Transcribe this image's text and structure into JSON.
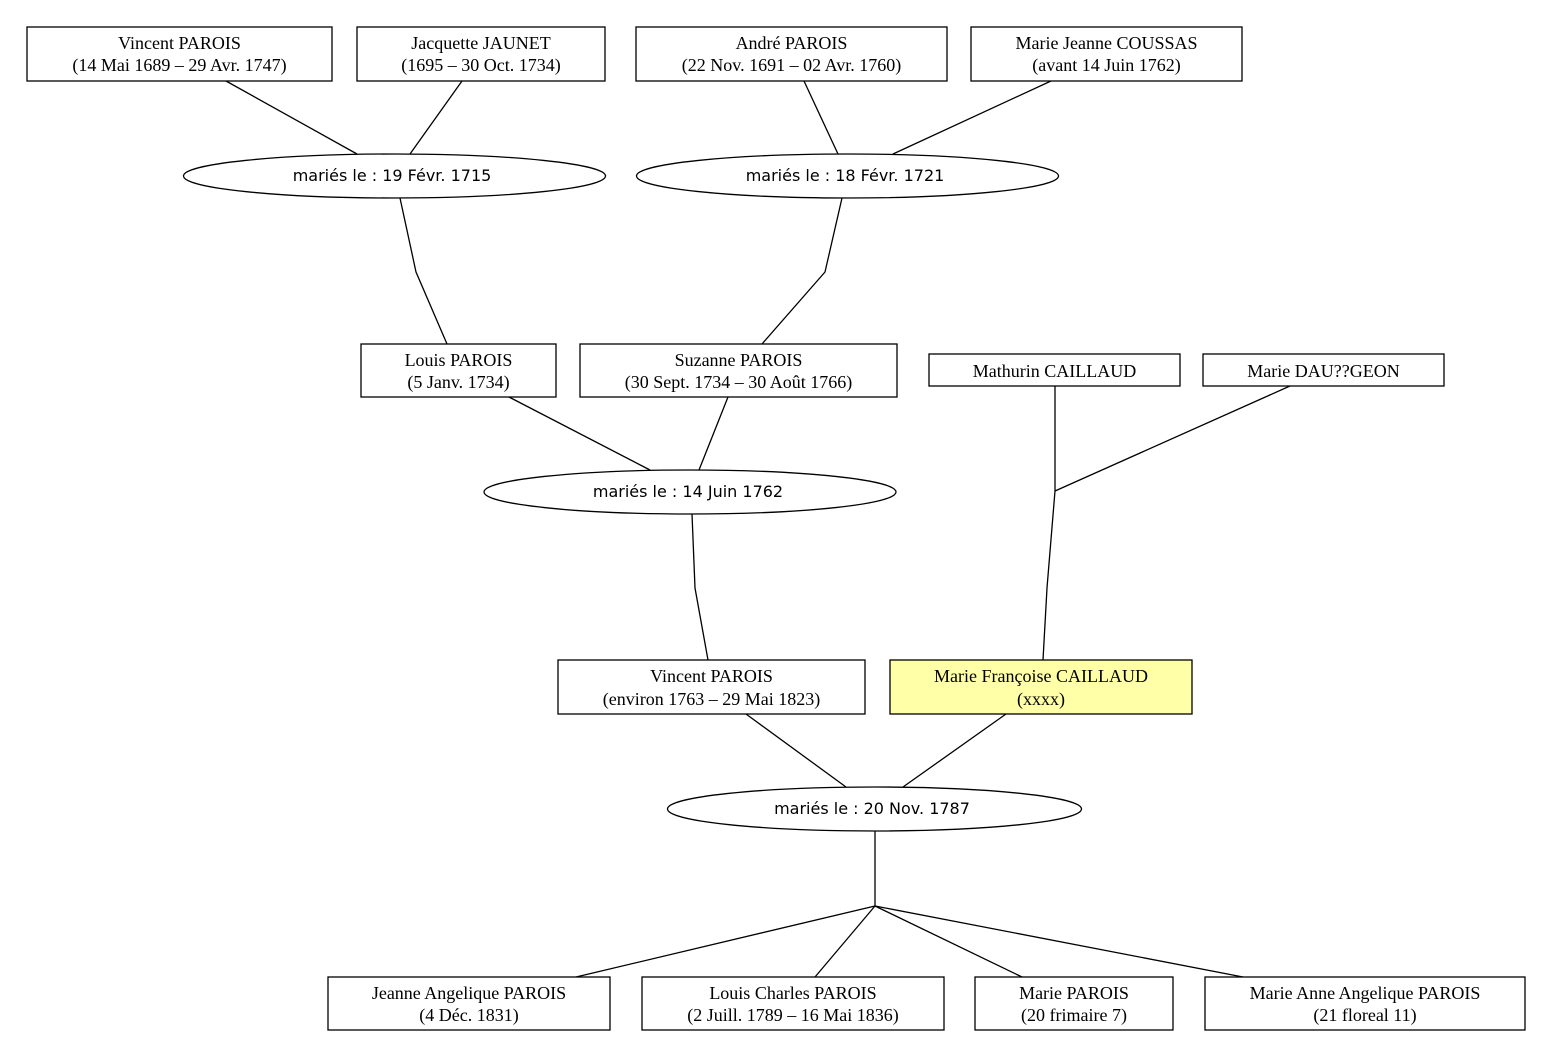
{
  "colors": {
    "highlight": "#ffffa8",
    "box_fill": "#ffffff",
    "stroke": "#000000"
  },
  "people": {
    "vincent_parois_1689": {
      "name": "Vincent PAROIS",
      "dates": "(14 Mai 1689 – 29 Avr. 1747)"
    },
    "jacquette_jaunet": {
      "name": "Jacquette JAUNET",
      "dates": "(1695 – 30 Oct. 1734)"
    },
    "andre_parois": {
      "name": "André PAROIS",
      "dates": "(22 Nov. 1691 – 02 Avr. 1760)"
    },
    "marie_jeanne_coussas": {
      "name": "Marie Jeanne COUSSAS",
      "dates": "(avant 14 Juin 1762)"
    },
    "louis_parois": {
      "name": "Louis PAROIS",
      "dates": "(5 Janv. 1734)"
    },
    "suzanne_parois": {
      "name": "Suzanne PAROIS",
      "dates": "(30 Sept. 1734 – 30 Août 1766)"
    },
    "mathurin_caillaud": {
      "name": "Mathurin CAILLAUD"
    },
    "marie_dau_geon": {
      "name": "Marie DAU??GEON"
    },
    "vincent_parois_1763": {
      "name": "Vincent PAROIS",
      "dates": "(environ 1763 – 29 Mai 1823)"
    },
    "marie_francoise_caillaud": {
      "name": "Marie Françoise CAILLAUD",
      "dates": "(xxxx)"
    },
    "jeanne_angelique_parois": {
      "name": "Jeanne Angelique PAROIS",
      "dates": "(4 Déc. 1831)"
    },
    "louis_charles_parois": {
      "name": "Louis Charles PAROIS",
      "dates": "(2 Juill. 1789 – 16 Mai 1836)"
    },
    "marie_parois": {
      "name": "Marie PAROIS",
      "dates": "(20 frimaire 7)"
    },
    "marie_anne_angelique_parois": {
      "name": "Marie Anne Angelique PAROIS",
      "dates": "(21 floreal 11)"
    }
  },
  "marriages": {
    "m1715": {
      "label": "mariés le : 19 Févr. 1715"
    },
    "m1721": {
      "label": "mariés le : 18 Févr. 1721"
    },
    "m1762": {
      "label": "mariés le : 14 Juin 1762"
    },
    "m1787": {
      "label": "mariés le : 20 Nov. 1787"
    }
  }
}
